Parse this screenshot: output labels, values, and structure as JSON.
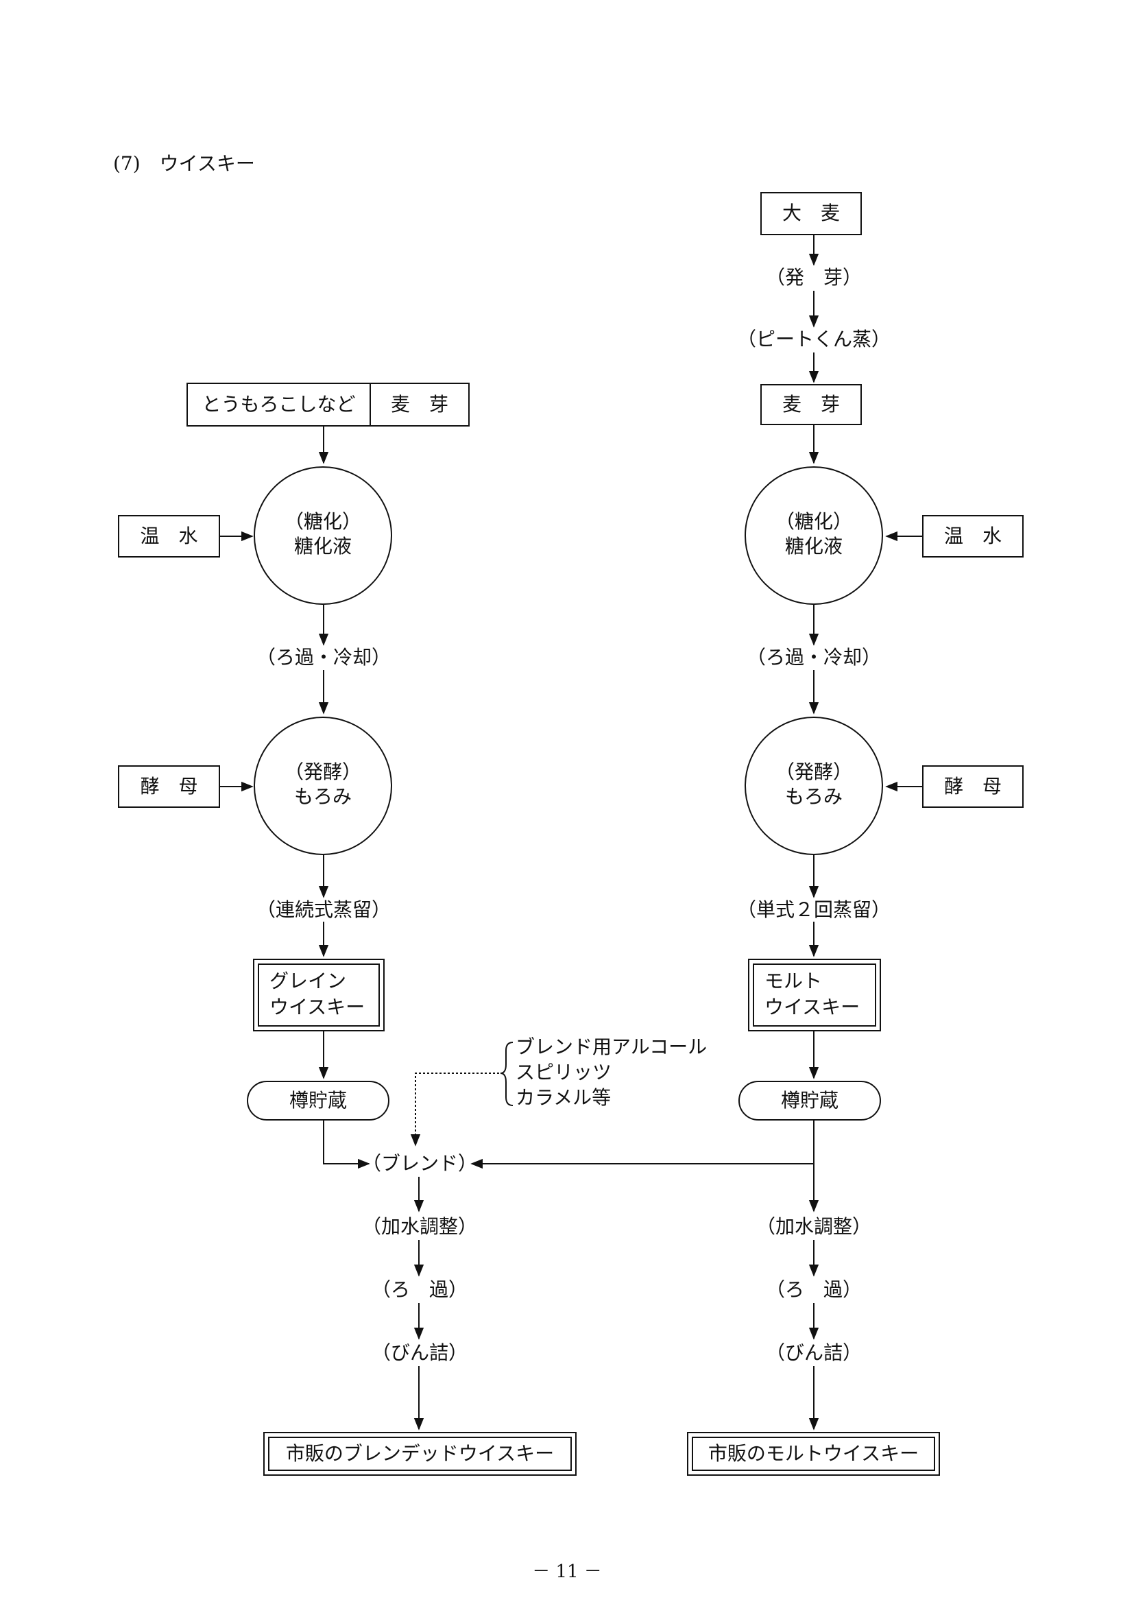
{
  "section_title": "(7)　ウイスキー",
  "page_number": "－ 11 －",
  "left": {
    "raw_material": "とうもろこしなど",
    "malt": "麦　芽",
    "hot_water": "温　水",
    "saccharification": [
      "（糖化）",
      "糖化液"
    ],
    "filter_cool": "（ろ過・冷却）",
    "yeast": "酵　母",
    "fermentation": [
      "（発酵）",
      "もろみ"
    ],
    "distillation": "（連続式蒸留）",
    "whisky": [
      "グレイン",
      "ウイスキー"
    ],
    "barrel": "樽貯蔵"
  },
  "right": {
    "barley": "大　麦",
    "germination": "（発　芽）",
    "peat": "（ピートくん蒸）",
    "malt": "麦　芽",
    "hot_water": "温　水",
    "saccharification": [
      "（糖化）",
      "糖化液"
    ],
    "filter_cool": "（ろ過・冷却）",
    "yeast": "酵　母",
    "fermentation": [
      "（発酵）",
      "もろみ"
    ],
    "distillation": "（単式２回蒸留）",
    "whisky": [
      "モルト",
      "ウイスキー"
    ],
    "barrel": "樽貯蔵",
    "water_adjust": "（加水調整）",
    "filter": "（ろ　過）",
    "bottling": "（びん詰）",
    "product": "市販のモルトウイスキー"
  },
  "blend_additives": [
    "ブレンド用アルコール",
    "スピリッツ",
    "カラメル等"
  ],
  "center": {
    "blend": "（ブレンド）",
    "water_adjust": "（加水調整）",
    "filter": "（ろ　過）",
    "bottling": "（びん詰）",
    "product": "市販のブレンデッドウイスキー"
  }
}
